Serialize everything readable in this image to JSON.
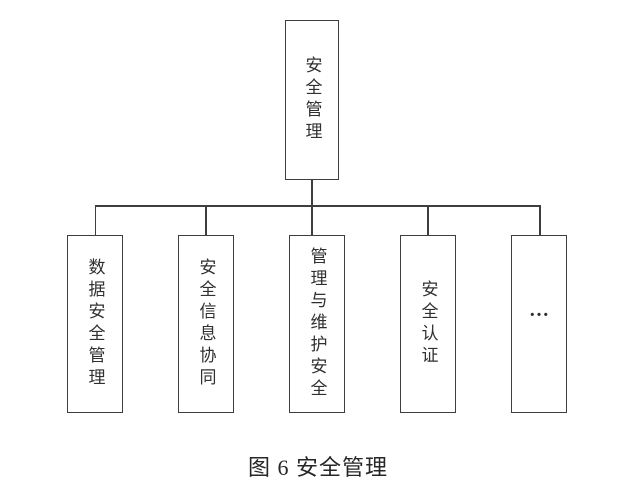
{
  "diagram": {
    "root": {
      "label": "安全管理"
    },
    "children": [
      {
        "label": "数据安全管理"
      },
      {
        "label": "安全信息协同"
      },
      {
        "label": "管理与维护安全"
      },
      {
        "label": "安全认证"
      },
      {
        "label": "…"
      }
    ],
    "caption": "图 6 安全管理",
    "colors": {
      "line": "#3e3e3e",
      "text": "#303030",
      "background": "#ffffff"
    }
  }
}
